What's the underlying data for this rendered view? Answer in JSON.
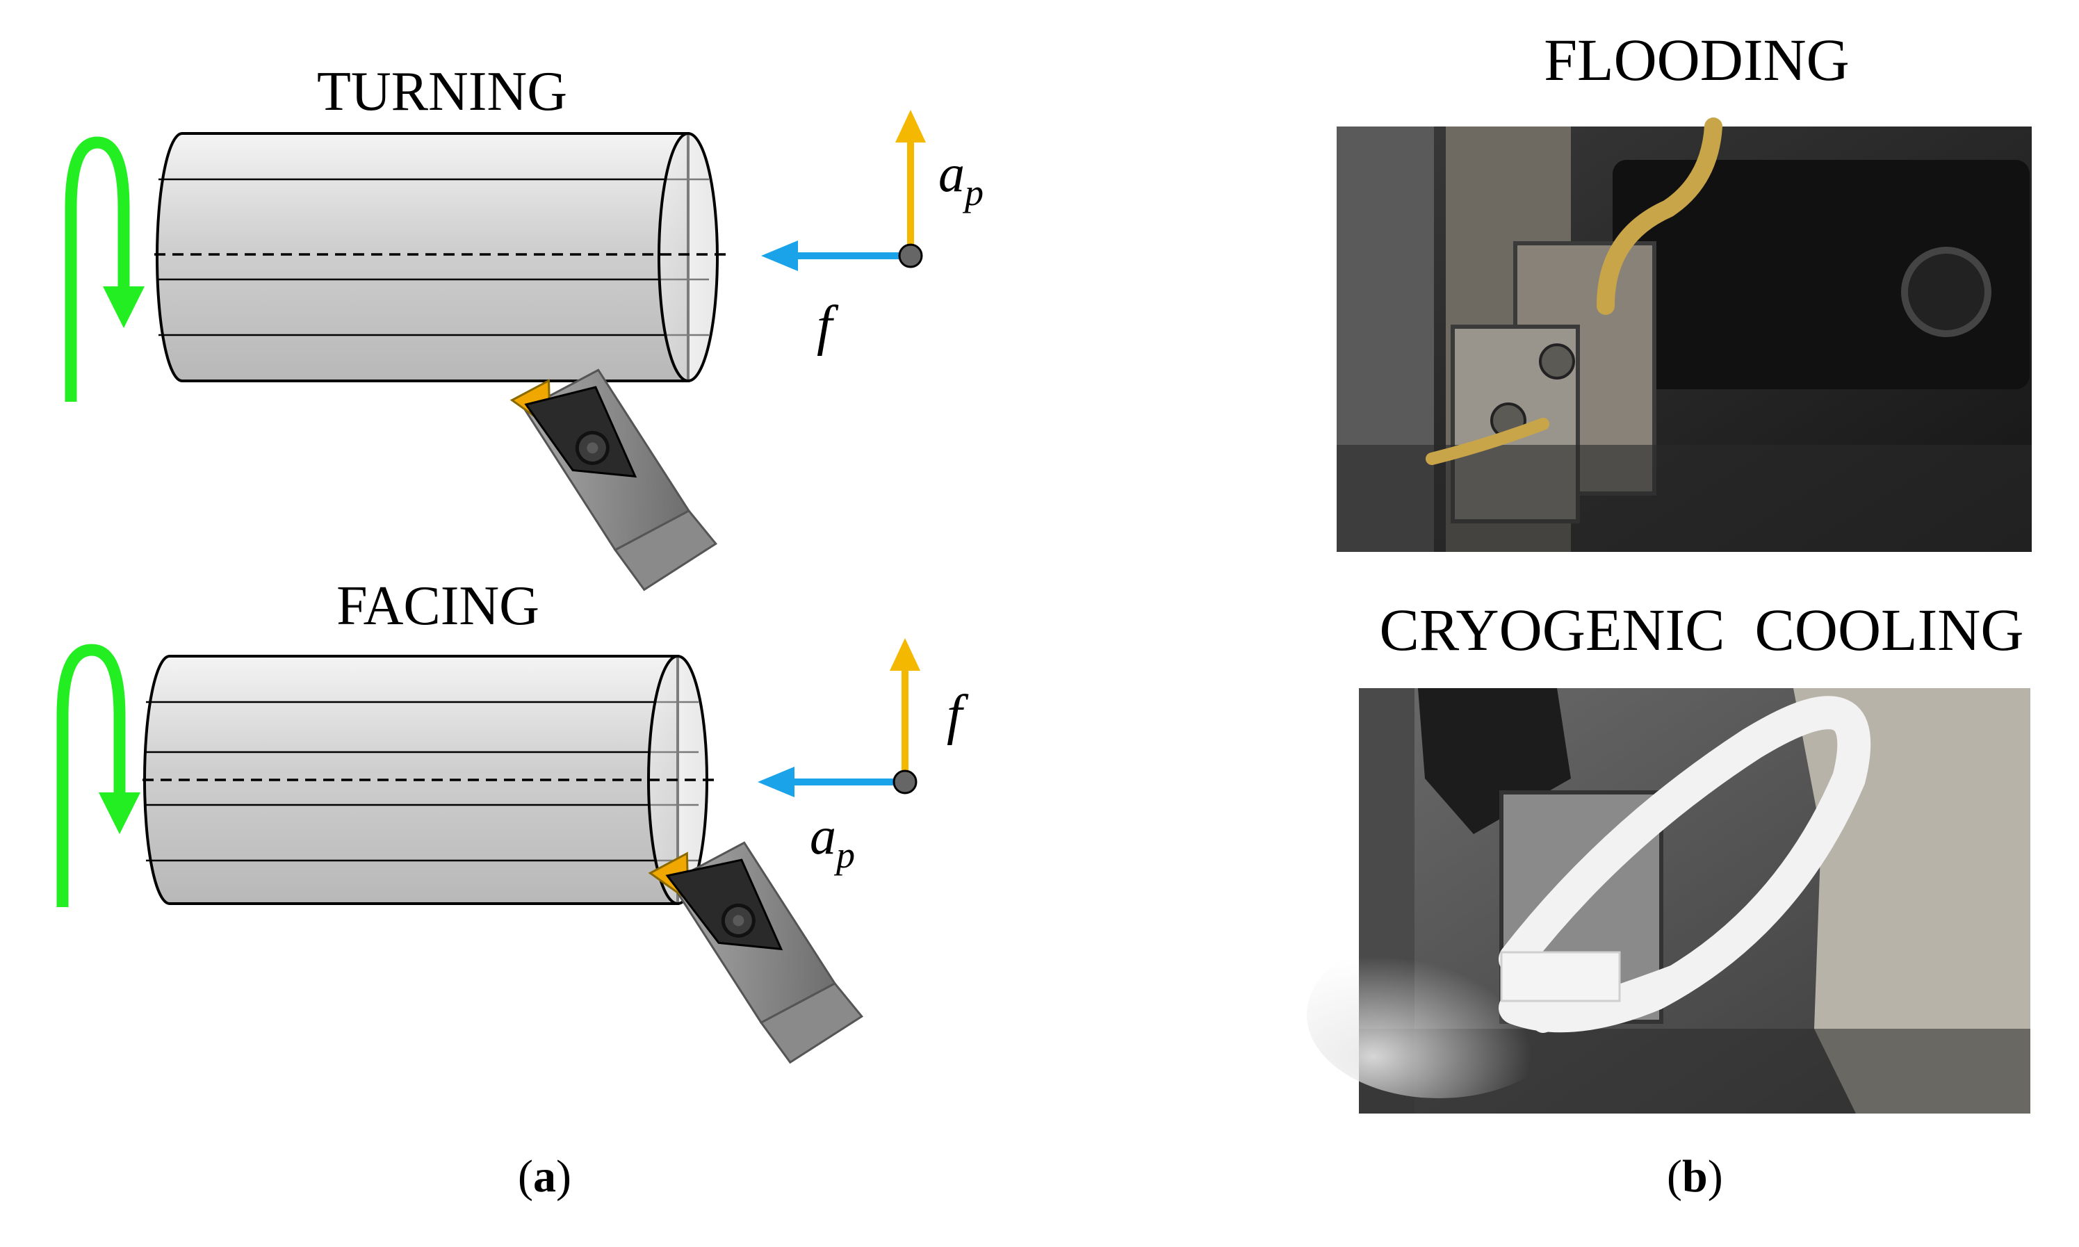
{
  "panel_a": {
    "turning_title": "TURNING",
    "facing_title": "FACING",
    "turning_up_label": "a",
    "turning_up_sub": "p",
    "turning_left_label": "f",
    "facing_up_label": "f",
    "facing_left_label": "a",
    "facing_left_sub": "p",
    "caption_letter": "a"
  },
  "panel_b": {
    "flooding_title": "FLOODING",
    "cryo_title": "CRYOGENIC  COOLING",
    "caption_letter": "b"
  },
  "colors": {
    "rotation_arrow": "#22ee22",
    "vertical_arrow": "#f5b800",
    "horizontal_arrow": "#1aa3e8",
    "insert": "#f0a800",
    "cylinder": "#d9d9d9"
  }
}
